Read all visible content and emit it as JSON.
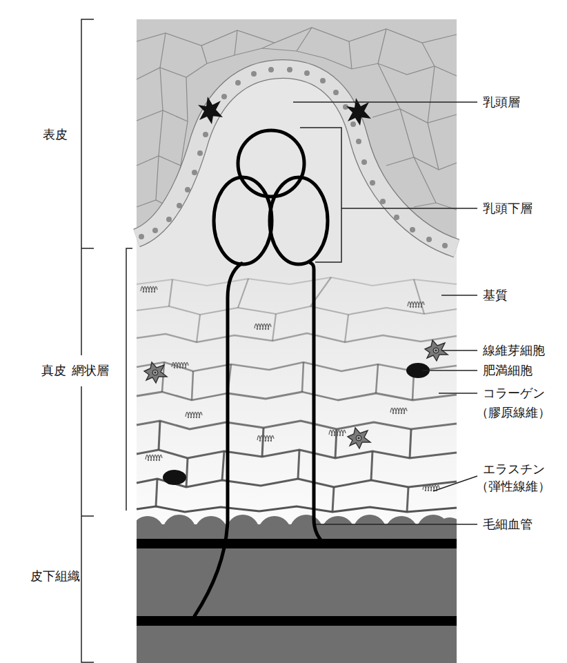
{
  "diagram": {
    "labels": [
      "表皮",
      "乳頭層",
      "乳頭下層",
      "基質",
      "真皮",
      "網状層",
      "線維芽細胞",
      "肥満細胞",
      "コラーゲン",
      "（膠原線維）",
      "エラスチン",
      "（弾性線維）",
      "毛細血管",
      "皮下組織"
    ]
  }
}
